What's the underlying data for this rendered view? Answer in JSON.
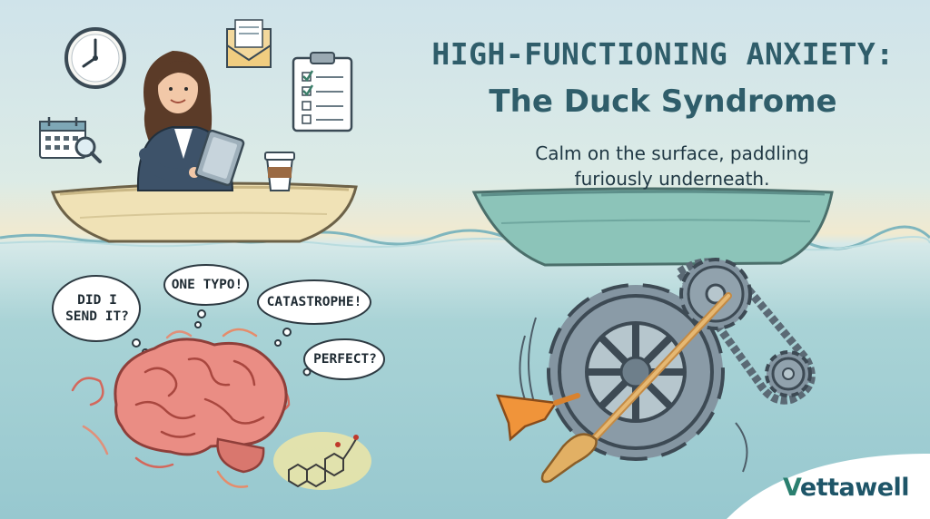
{
  "title": {
    "line1": "HIGH-FUNCTIONING ANXIETY:",
    "line2": "The Duck Syndrome"
  },
  "subtitle": {
    "line1": "Calm on the surface, paddling",
    "line2": "furiously underneath."
  },
  "thoughts": {
    "did_i_send_it_line1": "DID I",
    "did_i_send_it_line2": "SEND IT?",
    "one_typo": "ONE TYPO!",
    "catastrophe": "CATASTROPHE!",
    "perfect": "PERFECT?"
  },
  "brand": {
    "logo_initial": "V",
    "logo_rest": "ettawell"
  },
  "icons": [
    "clock-icon",
    "envelope-icon",
    "checklist-icon",
    "calendar-icon",
    "magnifier-icon",
    "coffee-cup-icon",
    "tablet-icon",
    "brain-icon",
    "molecule-icon",
    "gear-icon",
    "oar-icon",
    "duck-foot-icon"
  ],
  "colors": {
    "title": "#2f5d6a",
    "water": "#a9d3d6",
    "brain": "#e98a82",
    "gears": "#7d8d99",
    "oar": "#d9a860",
    "foot": "#f0943a",
    "brand": "#1e5568"
  }
}
